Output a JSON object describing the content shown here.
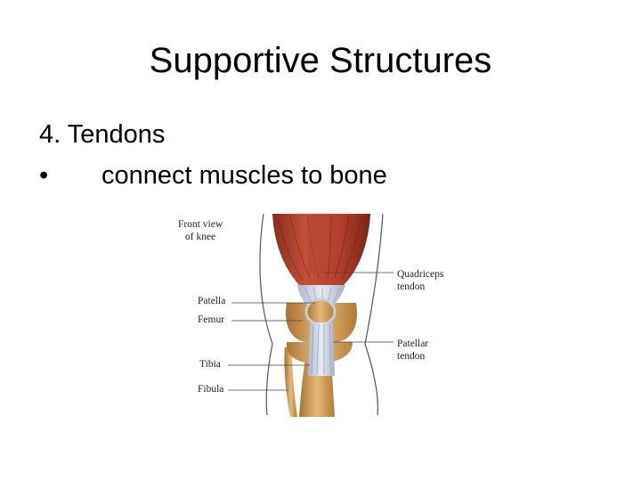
{
  "slide": {
    "title": "Supportive Structures",
    "heading": "4. Tendons",
    "bullet_symbol": "•",
    "bullet_text": "connect muscles to bone"
  },
  "figure": {
    "caption_line1": "Front view",
    "caption_line2": "of knee",
    "labels": {
      "patella": "Patella",
      "femur": "Femur",
      "tibia": "Tibia",
      "fibula": "Fibula",
      "quadriceps_line1": "Quadriceps",
      "quadriceps_line2": "tendon",
      "patellar_line1": "Patellar",
      "patellar_line2": "tendon"
    }
  }
}
